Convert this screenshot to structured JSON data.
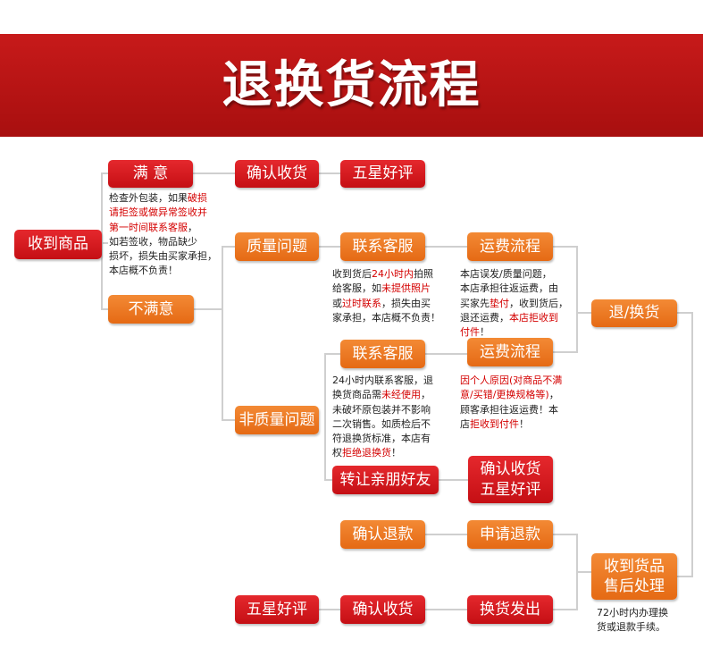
{
  "title": "退换货流程",
  "nodes": {
    "satisfied": "满 意",
    "confirm_receipt_top": "确认收货",
    "five_star_top": "五星好评",
    "receive_goods": "收到商品",
    "dissatisfied": "不满意",
    "quality_issue": "质量问题",
    "contact_service_1": "联系客服",
    "shipping_process_1": "运费流程",
    "return_exchange": "退/换货",
    "contact_service_2": "联系客服",
    "shipping_process_2": "运费流程",
    "non_quality_issue": "非质量问题",
    "transfer_friend": "转让亲朋好友",
    "confirm_five_star_line1": "确认收货",
    "confirm_five_star_line2": "五星好评",
    "confirm_refund": "确认退款",
    "apply_refund": "申请退款",
    "after_sales_line1": "收到货品",
    "after_sales_line2": "售后处理",
    "five_star_bottom": "五星好评",
    "confirm_receipt_bottom": "确认收货",
    "ship_exchange": "换货发出"
  },
  "notes": {
    "inspect": [
      [
        {
          "t": "检查外包装，如果",
          "h": false
        },
        {
          "t": "破损",
          "h": true
        }
      ],
      [
        {
          "t": "请拒签或做异常签收并",
          "h": true
        }
      ],
      [
        {
          "t": "第一时间联系客服",
          "h": true
        },
        {
          "t": "，",
          "h": false
        }
      ],
      [
        {
          "t": "如若签收，物品缺少",
          "h": false
        }
      ],
      [
        {
          "t": "损坏，损失由买家承担，",
          "h": false
        }
      ],
      [
        {
          "t": "本店概不负责！",
          "h": false
        }
      ]
    ],
    "contact_1": [
      [
        {
          "t": "收到货后",
          "h": false
        },
        {
          "t": "24小时内",
          "h": true
        },
        {
          "t": "拍照",
          "h": false
        }
      ],
      [
        {
          "t": "给客服，如",
          "h": false
        },
        {
          "t": "未提供照片",
          "h": true
        }
      ],
      [
        {
          "t": "或",
          "h": false
        },
        {
          "t": "过时联系",
          "h": true
        },
        {
          "t": "，损失由买",
          "h": false
        }
      ],
      [
        {
          "t": "家承担，本店概不负责！",
          "h": false
        }
      ]
    ],
    "shipping_1": [
      [
        {
          "t": "本店误发/质量问题，",
          "h": false
        }
      ],
      [
        {
          "t": "本店承担往返运费，由",
          "h": false
        }
      ],
      [
        {
          "t": "买家先",
          "h": false
        },
        {
          "t": "垫付",
          "h": true
        },
        {
          "t": "，收到货后，",
          "h": false
        }
      ],
      [
        {
          "t": "退还运费，",
          "h": false
        },
        {
          "t": "本店拒收到",
          "h": true
        }
      ],
      [
        {
          "t": "付件",
          "h": true
        },
        {
          "t": "！",
          "h": false
        }
      ]
    ],
    "contact_2": [
      [
        {
          "t": "24小时内联系客服，退",
          "h": false
        }
      ],
      [
        {
          "t": "换货商品需",
          "h": false
        },
        {
          "t": "未经使用",
          "h": true
        },
        {
          "t": "，",
          "h": false
        }
      ],
      [
        {
          "t": "未破坏原包装并不影响",
          "h": false
        }
      ],
      [
        {
          "t": "二次销售。如质检后不",
          "h": false
        }
      ],
      [
        {
          "t": "符退换货标准，本店有",
          "h": false
        }
      ],
      [
        {
          "t": "权",
          "h": false
        },
        {
          "t": "拒绝退换货",
          "h": true
        },
        {
          "t": "！",
          "h": false
        }
      ]
    ],
    "shipping_2": [
      [
        {
          "t": "因个人原因(对商品不满",
          "h": true
        }
      ],
      [
        {
          "t": "意/买错/更换规格等)",
          "h": true
        },
        {
          "t": "，",
          "h": false
        }
      ],
      [
        {
          "t": "顾客承担往返运费！本",
          "h": false
        }
      ],
      [
        {
          "t": "店",
          "h": false
        },
        {
          "t": "拒收到付件",
          "h": true
        },
        {
          "t": "！",
          "h": false
        }
      ]
    ],
    "after_sales": [
      [
        {
          "t": "72小时内办理换",
          "h": false
        }
      ],
      [
        {
          "t": "货或退款手续。",
          "h": false
        }
      ]
    ]
  },
  "colors": {
    "banner": "#b31212",
    "red_box": "#d81a1f",
    "orange_box": "#ec7722",
    "connector": "#cccccc",
    "highlight": "#d40000"
  }
}
